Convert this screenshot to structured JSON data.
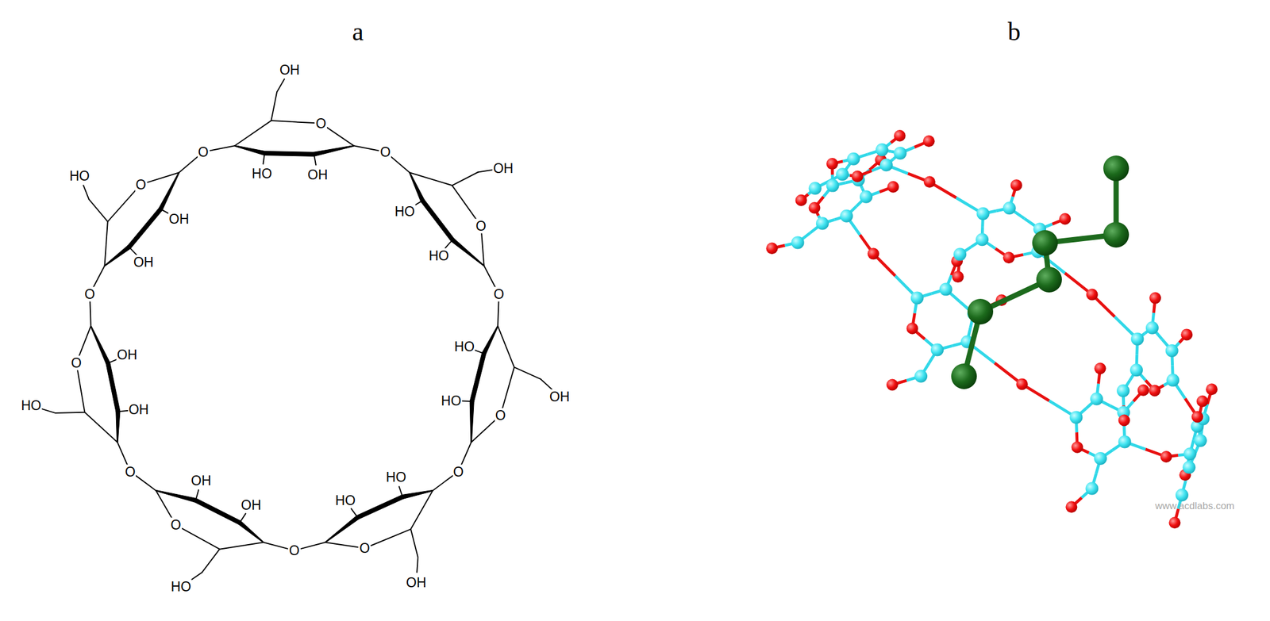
{
  "diagram": {
    "labels": [
      "a",
      "b",
      "O",
      "O",
      "OH",
      "HO",
      "OH",
      "O",
      "O",
      "OH",
      "HO",
      "HO",
      "O",
      "O",
      "OH",
      "HO",
      "HO",
      "O",
      "O",
      "OH",
      "HO",
      "HO",
      "O",
      "O",
      "HO",
      "OH",
      "OH",
      "O",
      "O",
      "HO",
      "OH",
      "OH",
      "O",
      "O",
      "HO",
      "OH",
      "OH",
      "www.acdlabs.com"
    ]
  }
}
